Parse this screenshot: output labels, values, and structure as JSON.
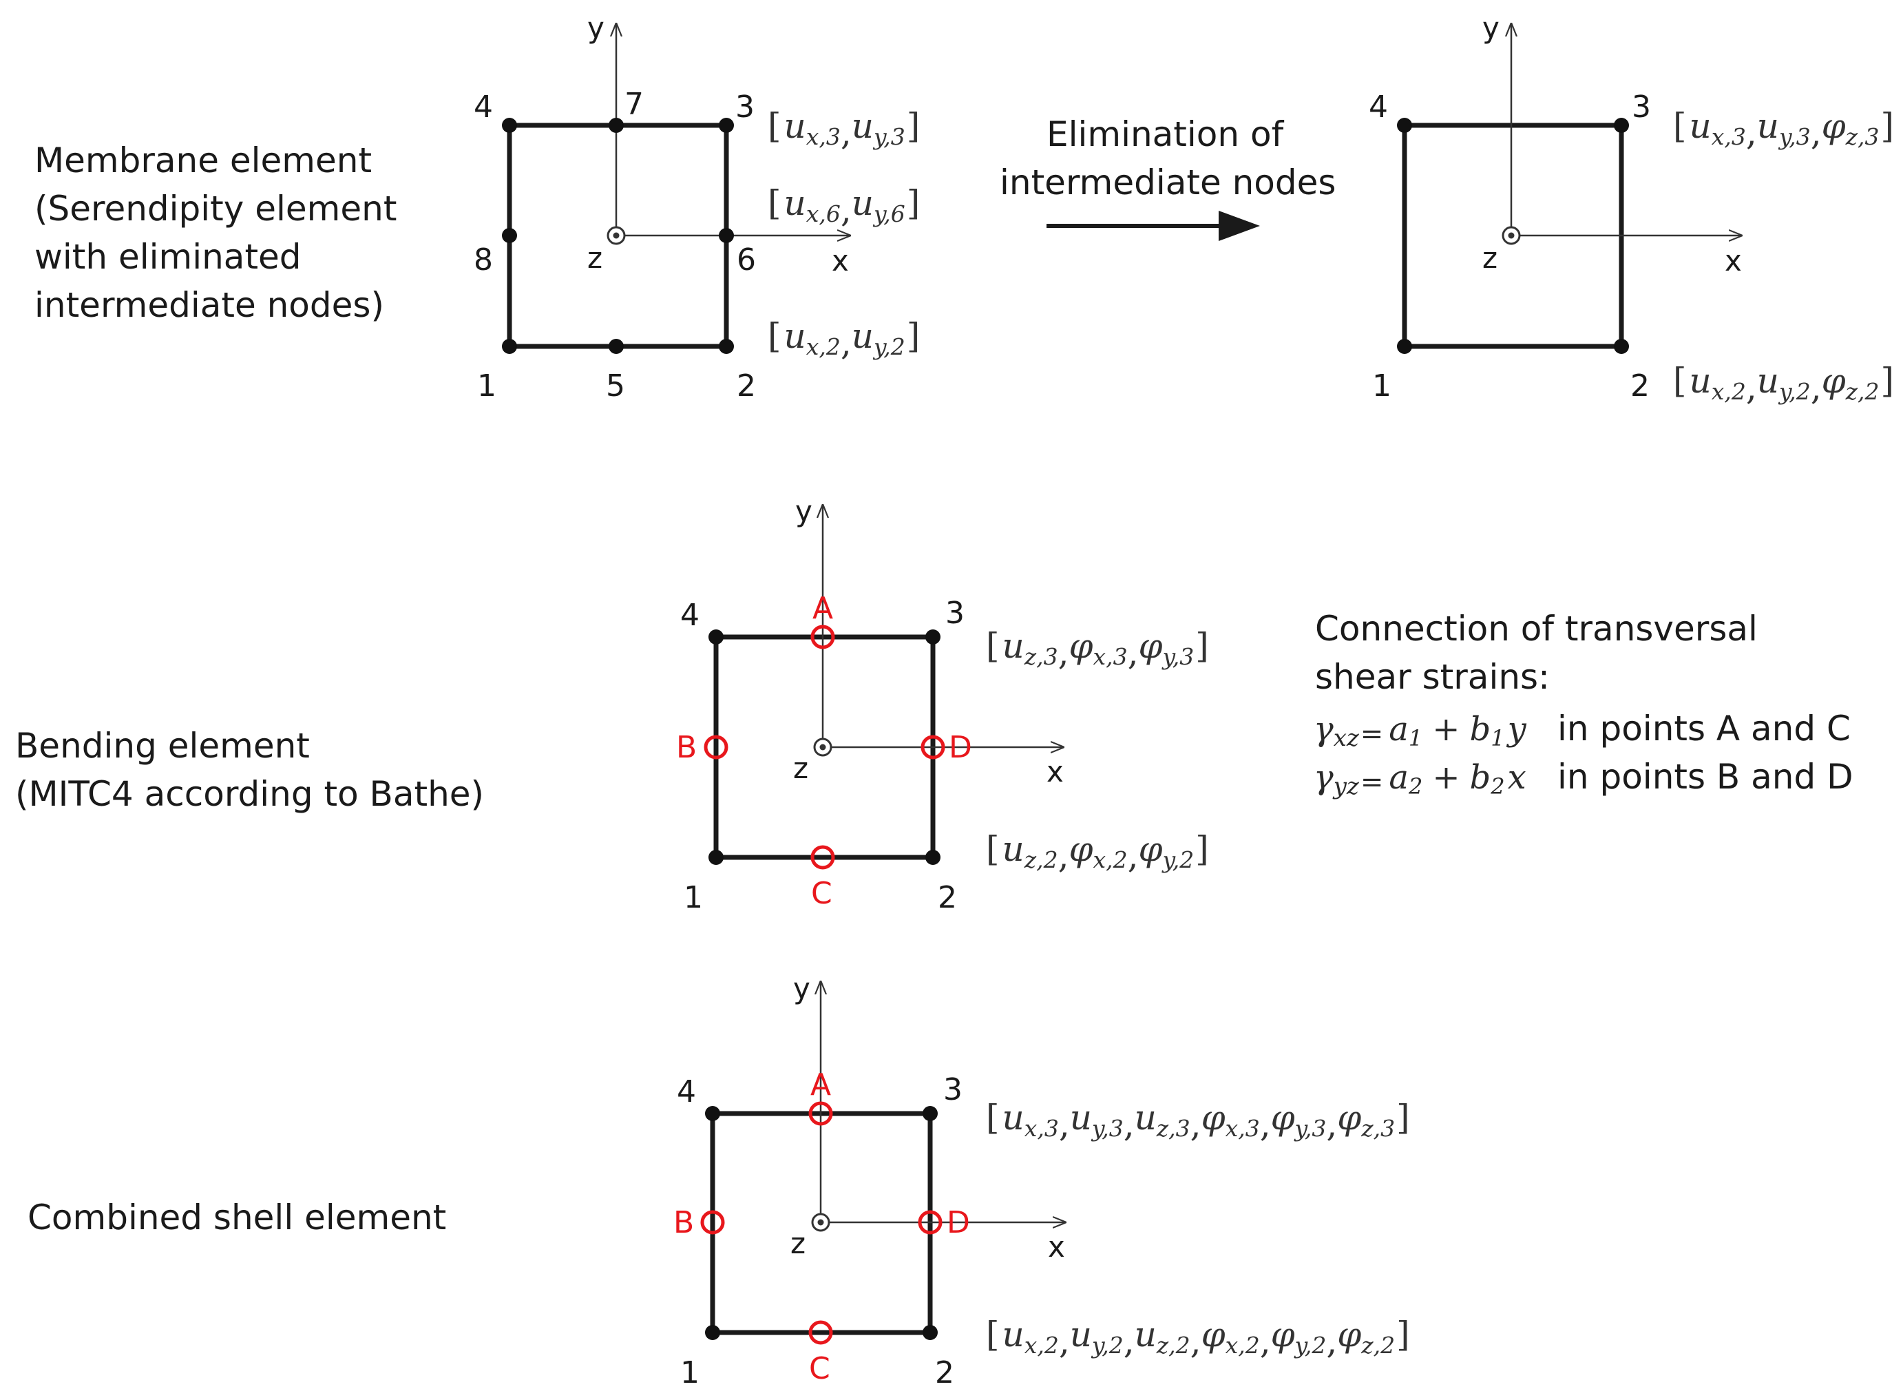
{
  "colors": {
    "edge": "#1a1a1a",
    "axis": "#333333",
    "sample": "#e8171c",
    "text": "#1a1a1a"
  },
  "membrane": {
    "title_lines": [
      "Membrane element",
      "(Serendipity element",
      "with eliminated",
      "intermediate nodes)"
    ],
    "nodes": [
      "1",
      "2",
      "3",
      "4",
      "5",
      "6",
      "7",
      "8"
    ],
    "axes": {
      "x": "x",
      "y": "y",
      "z": "z"
    },
    "dof": {
      "node3": {
        "open": "[",
        "parts": [
          [
            "u",
            "x,3"
          ],
          [
            "u",
            "y,3"
          ]
        ],
        "close": "]"
      },
      "node6": {
        "open": "[",
        "parts": [
          [
            "u",
            "x,6"
          ],
          [
            "u",
            "y,6"
          ]
        ],
        "close": "]"
      },
      "node2": {
        "open": "[",
        "parts": [
          [
            "u",
            "x,2"
          ],
          [
            "u",
            "y,2"
          ]
        ],
        "close": "]"
      }
    }
  },
  "elimination": {
    "label_lines": [
      "Elimination of",
      "intermediate nodes"
    ],
    "arrow_icon": "right-arrow-icon",
    "nodes": [
      "1",
      "2",
      "3",
      "4"
    ],
    "axes": {
      "x": "x",
      "y": "y",
      "z": "z"
    },
    "dof": {
      "node3": {
        "open": "[",
        "parts": [
          [
            "u",
            "x,3"
          ],
          [
            "u",
            "y,3"
          ],
          [
            "φ",
            "z,3"
          ]
        ],
        "close": "]"
      },
      "node2": {
        "open": "[",
        "parts": [
          [
            "u",
            "x,2"
          ],
          [
            "u",
            "y,2"
          ],
          [
            "φ",
            "z,2"
          ]
        ],
        "close": "]"
      }
    }
  },
  "bending": {
    "title_lines": [
      "Bending element",
      "(MITC4 according to Bathe)"
    ],
    "nodes": [
      "1",
      "2",
      "3",
      "4"
    ],
    "points": [
      "A",
      "B",
      "C",
      "D"
    ],
    "axes": {
      "x": "x",
      "y": "y",
      "z": "z"
    },
    "dof": {
      "node3": {
        "open": "[",
        "parts": [
          [
            "u",
            "z,3"
          ],
          [
            "φ",
            "x,3"
          ],
          [
            "φ",
            "y,3"
          ]
        ],
        "close": "]"
      },
      "node2": {
        "open": "[",
        "parts": [
          [
            "u",
            "z,2"
          ],
          [
            "φ",
            "x,2"
          ],
          [
            "φ",
            "y,2"
          ]
        ],
        "close": "]"
      }
    }
  },
  "shear_note": {
    "lines": [
      "Connection of transversal",
      "shear strains:"
    ],
    "equations": [
      {
        "lhs": "γ",
        "lhs_sub": "xz",
        "eq": "=",
        "a": "a",
        "a_sub": "1",
        "plus": "+",
        "b": "b",
        "b_sub": "1",
        "var": "y",
        "where": "in points A and C"
      },
      {
        "lhs": "γ",
        "lhs_sub": "yz",
        "eq": "=",
        "a": "a",
        "a_sub": "2",
        "plus": "+",
        "b": "b",
        "b_sub": "2",
        "var": "x",
        "where": "in points B and D"
      }
    ]
  },
  "combined": {
    "title": "Combined shell element",
    "nodes": [
      "1",
      "2",
      "3",
      "4"
    ],
    "points": [
      "A",
      "B",
      "C",
      "D"
    ],
    "axes": {
      "x": "x",
      "y": "y",
      "z": "z"
    },
    "dof": {
      "node3": {
        "open": "[",
        "parts": [
          [
            "u",
            "x,3"
          ],
          [
            "u",
            "y,3"
          ],
          [
            "u",
            "z,3"
          ],
          [
            "φ",
            "x,3"
          ],
          [
            "φ",
            "y,3"
          ],
          [
            "φ",
            "z,3"
          ]
        ],
        "close": "]"
      },
      "node2": {
        "open": "[",
        "parts": [
          [
            "u",
            "x,2"
          ],
          [
            "u",
            "y,2"
          ],
          [
            "u",
            "z,2"
          ],
          [
            "φ",
            "x,2"
          ],
          [
            "φ",
            "y,2"
          ],
          [
            "φ",
            "z,2"
          ]
        ],
        "close": "]"
      }
    }
  }
}
